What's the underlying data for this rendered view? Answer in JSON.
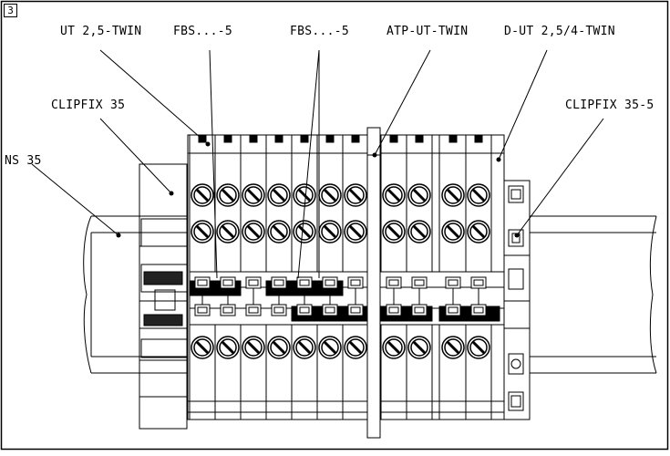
{
  "figure_number": "3",
  "labels": {
    "ut_twin": "UT 2,5-TWIN",
    "fbs_left": "FBS...-5",
    "fbs_right": "FBS...-5",
    "atp": "ATP-UT-TWIN",
    "d_ut": "D-UT 2,5/4-TWIN",
    "clipfix": "CLIPFIX 35",
    "clipfix5": "CLIPFIX 35-5",
    "ns35": "NS 35"
  }
}
